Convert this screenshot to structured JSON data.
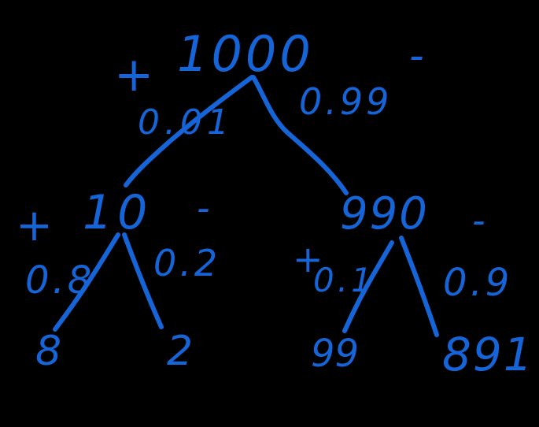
{
  "ink_color": "#1565d8",
  "background": "#000000",
  "tree": {
    "root": {
      "value": "1000",
      "plus_sign": "+",
      "minus_sign": "-",
      "left_prob": "0.01",
      "right_prob": "0.99"
    },
    "left_child": {
      "value": "10",
      "plus_sign": "+",
      "minus_sign": "-",
      "left_prob": "0.8",
      "right_prob": "0.2",
      "left_leaf": "8",
      "right_leaf": "2"
    },
    "right_child": {
      "value": "990",
      "plus_sign": "+",
      "minus_sign": "-",
      "left_prob": "0.1",
      "right_prob": "0.9",
      "left_leaf": "99",
      "right_leaf": "891"
    }
  }
}
